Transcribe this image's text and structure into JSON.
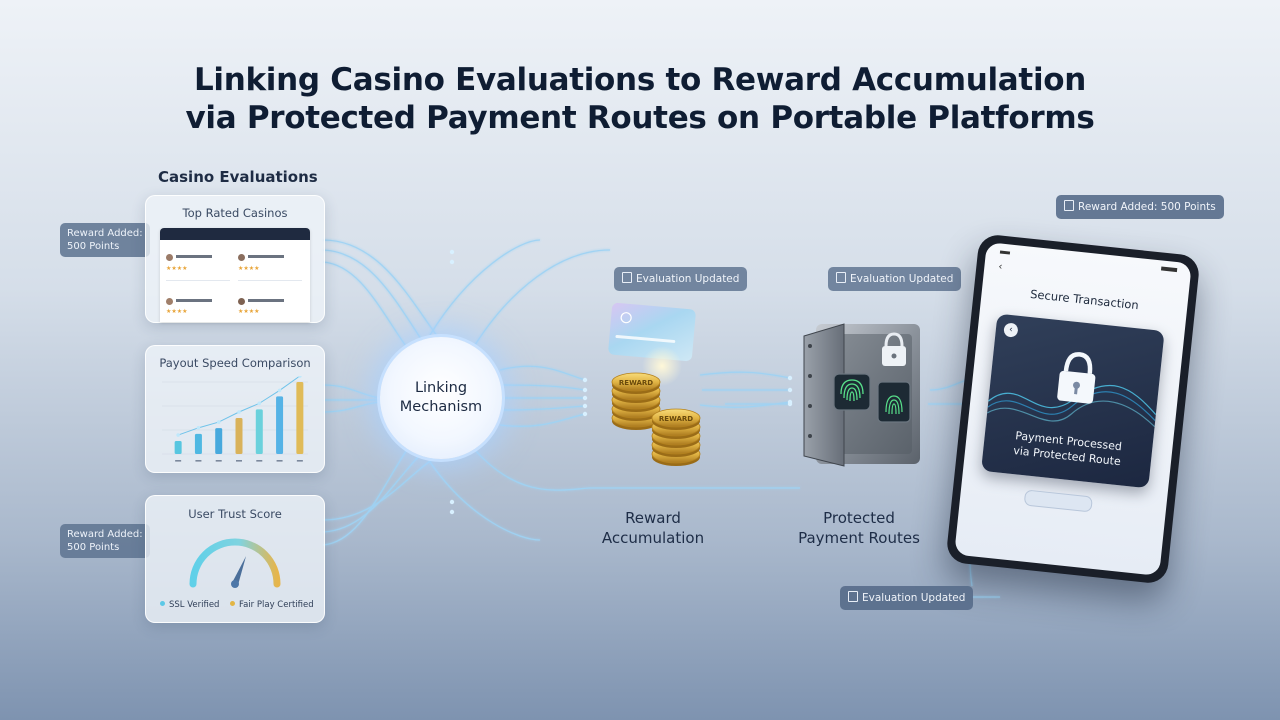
{
  "title": {
    "line1": "Linking Casino Evaluations to Reward Accumulation",
    "line2": "via Protected Payment Routes on Portable Platforms"
  },
  "evaluations": {
    "section_label": "Casino Evaluations",
    "top_rated": {
      "title": "Top Rated Casinos"
    },
    "payout": {
      "title": "Payout Speed Comparison",
      "bar_values": [
        0.18,
        0.28,
        0.36,
        0.5,
        0.62,
        0.8,
        1.0
      ],
      "bar_colors": [
        "#57c6e0",
        "#4fb8e2",
        "#47a9dd",
        "#d9b25a",
        "#6ad1dc",
        "#55b3e6",
        "#e0bb58"
      ]
    },
    "trust": {
      "title": "User Trust Score",
      "legend_ssl": "SSL Verified",
      "legend_fair": "Fair Play Certified",
      "score_fraction": 0.62
    }
  },
  "side_tags": {
    "top": "Reward Added:\n500 Points",
    "bottom": "Reward Added:\n500 Points"
  },
  "hub": {
    "label": "Linking Mechanism"
  },
  "reward": {
    "tag": "Evaluation Updated",
    "caption_line1": "Reward",
    "caption_line2": "Accumulation",
    "coin_text": "REWARD"
  },
  "payment": {
    "tag": "Evaluation Updated",
    "caption_line1": "Protected",
    "caption_line2": "Payment Routes"
  },
  "device": {
    "top_tag": "Reward Added: 500 Points",
    "screen_title": "Secure Transaction",
    "card_line1": "Payment Processed",
    "card_line2": "via Protected Route",
    "bottom_tag": "Evaluation Updated"
  },
  "colors": {
    "flow_line": "#9fd3f4",
    "accent_gold": "#e2b545",
    "accent_cyan": "#5cc8e6"
  },
  "icons": {
    "tag_icon": "document-icon",
    "lock": "padlock-icon",
    "fingerprint": "fingerprint-icon",
    "vault": "vault-icon",
    "coins": "coin-stack-icon",
    "card": "credit-card-icon",
    "gauge": "gauge-icon",
    "back": "chevron-left-icon"
  }
}
